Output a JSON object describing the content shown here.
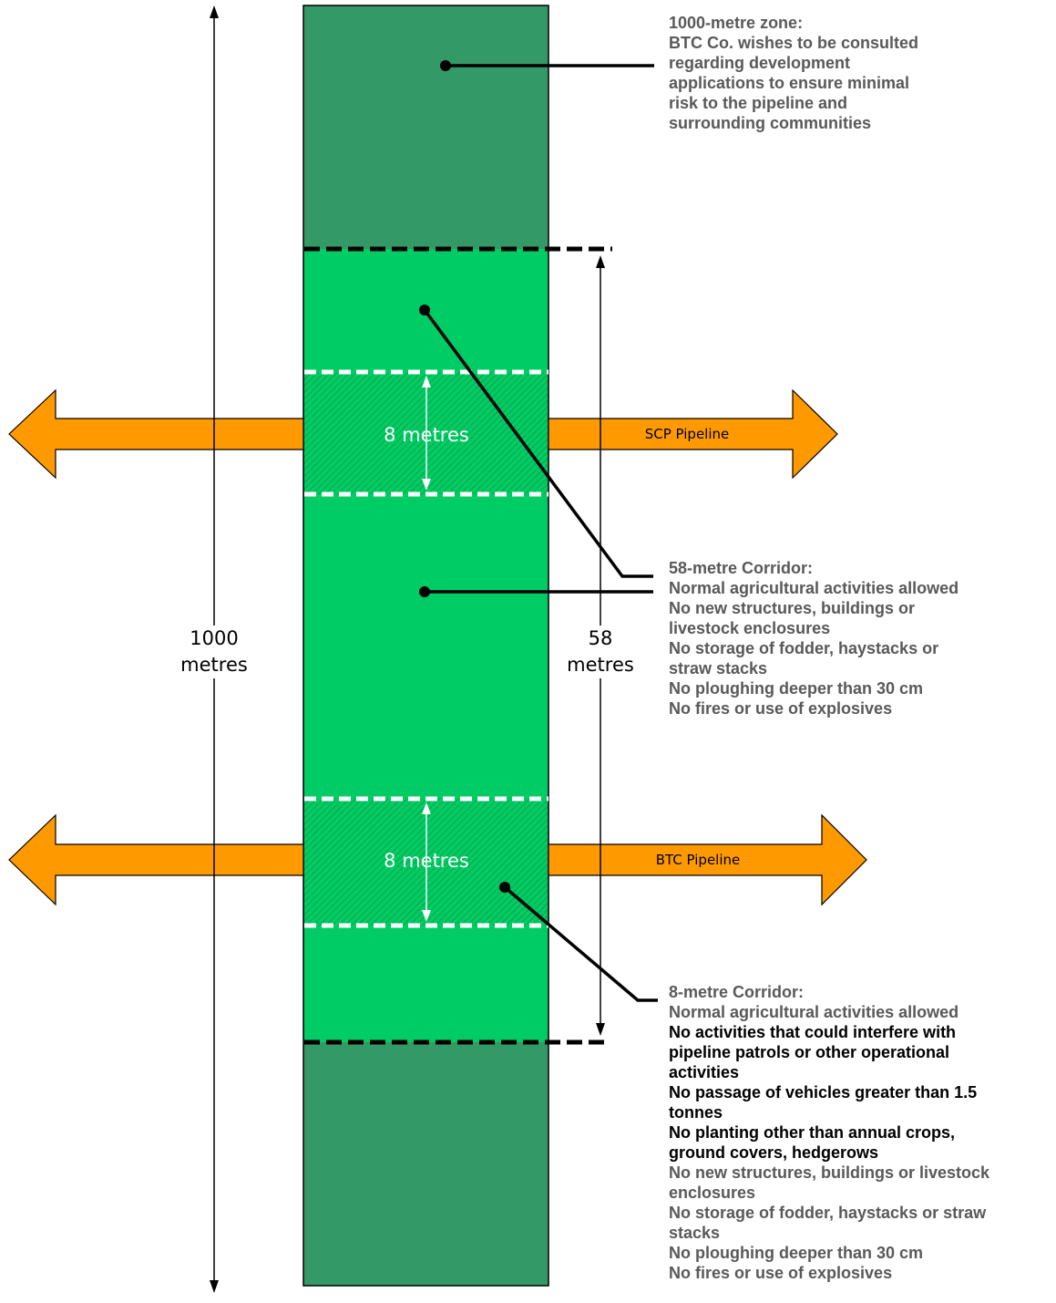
{
  "colors": {
    "outer_zone": "#339966",
    "corridor": "#00cc66",
    "pipeline_arrow": "#ff9900",
    "gray_text": "#595959",
    "black_text": "#000000"
  },
  "pipelines": {
    "scp_label": "SCP Pipeline",
    "btc_label": "BTC Pipeline",
    "scp_width_label": "8 metres",
    "btc_width_label": "8 metres"
  },
  "dimensions": {
    "outer_line1": "1000",
    "outer_line2": "metres",
    "corridor_line1": "58",
    "corridor_line2": "metres"
  },
  "zone_1000": {
    "title": "1000-metre zone:",
    "lines": [
      "BTC Co. wishes to be consulted",
      "regarding development",
      "applications to ensure minimal",
      "risk to the pipeline and",
      "surrounding communities"
    ]
  },
  "corridor_58": {
    "title": "58-metre Corridor:",
    "lines": [
      "Normal agricultural activities allowed",
      "No new structures, buildings or",
      "livestock enclosures",
      "No storage of fodder, haystacks or",
      "straw stacks",
      "No ploughing deeper than 30 cm",
      "No fires or use of explosives"
    ]
  },
  "corridor_8": {
    "title": "8-metre Corridor:",
    "line_allowed": "Normal agricultural activities allowed",
    "strict_lines": [
      "No activities that could interfere with",
      "pipeline patrols or other operational",
      "activities",
      "No passage of vehicles greater than 1.5",
      "tonnes",
      "No planting other than annual crops,",
      "ground covers, hedgerows"
    ],
    "other_lines": [
      "No new structures, buildings or livestock",
      "enclosures",
      "No storage of fodder, haystacks or straw",
      "stacks",
      "No ploughing deeper than 30 cm",
      "No fires or use of explosives"
    ]
  }
}
